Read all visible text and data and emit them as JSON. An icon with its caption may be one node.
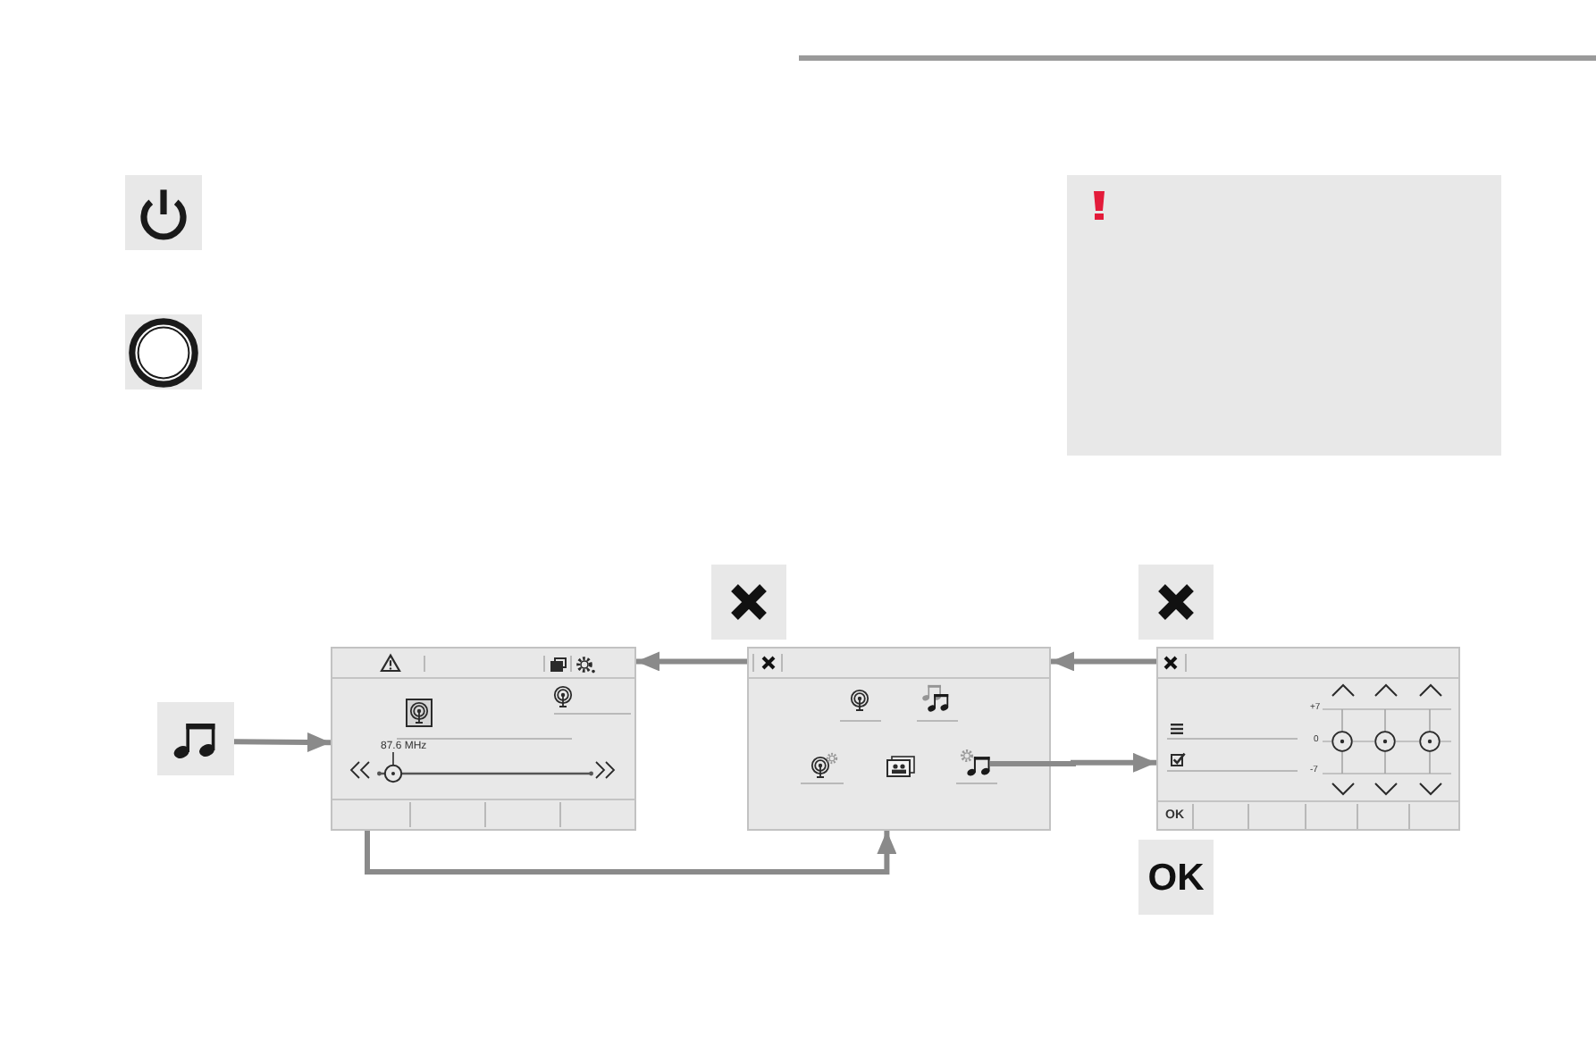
{
  "diagram": {
    "nodes": [
      {
        "text": [],
        "shape": "box"
      },
      {
        "text": [],
        "shape": "box"
      },
      {
        "text": [],
        "shape": "box"
      },
      {
        "text": [],
        "shape": "box"
      },
      {
        "text": [],
        "shape": "box"
      },
      {
        "text": [],
        "shape": "box"
      },
      {
        "text": [
          "87.6 MHz"
        ]
      },
      {
        "text": [],
        "shape": "box"
      },
      {
        "text": [],
        "shape": "picture",
        "in": 7
      },
      {
        "text": [
          "+7",
          "0",
          "-7",
          "OK"
        ]
      },
      {
        "text": [
          "OK"
        ]
      }
    ],
    "edges": [
      {
        "from": 5,
        "to": 6,
        "arrow": "to"
      },
      {
        "from": 7,
        "to": 6,
        "arrow": "to"
      },
      {
        "from": 9,
        "to": 7,
        "arrow": "to"
      },
      {
        "from": 8,
        "to": 9,
        "arrow": "to"
      },
      {
        "from": 6,
        "to": 7,
        "arrow": "to"
      }
    ]
  }
}
